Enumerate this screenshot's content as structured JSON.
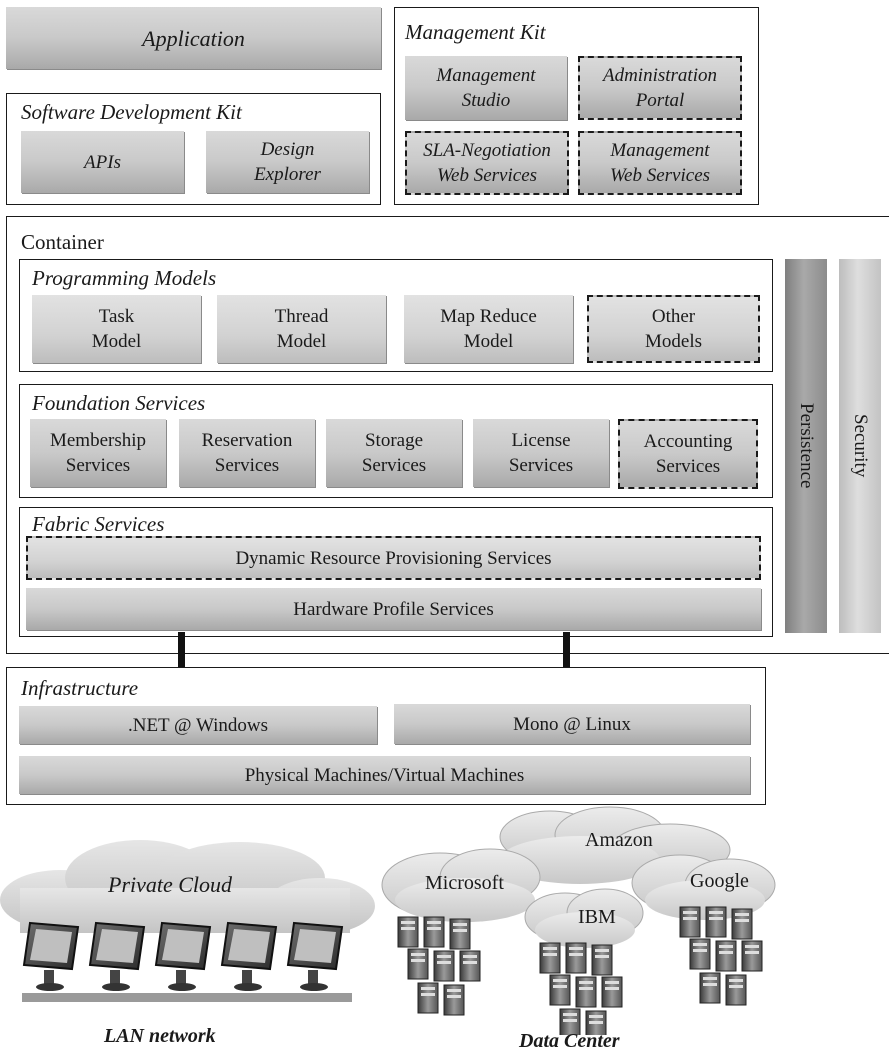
{
  "application": {
    "label": "Application"
  },
  "sdk": {
    "title": "Software Development Kit",
    "items": [
      {
        "lines": [
          "APIs"
        ]
      },
      {
        "lines": [
          "Design",
          "Explorer"
        ]
      }
    ]
  },
  "management_kit": {
    "title": "Management Kit",
    "items": [
      {
        "lines": [
          "Management",
          "Studio"
        ],
        "dashed": false
      },
      {
        "lines": [
          "Administration",
          "Portal"
        ],
        "dashed": true
      },
      {
        "lines": [
          "SLA-Negotiation",
          "Web Services"
        ],
        "dashed": true
      },
      {
        "lines": [
          "Management",
          "Web Services"
        ],
        "dashed": true
      }
    ]
  },
  "container": {
    "title": "Container",
    "programming_models": {
      "title": "Programming Models",
      "items": [
        {
          "lines": [
            "Task",
            "Model"
          ],
          "dashed": false
        },
        {
          "lines": [
            "Thread",
            "Model"
          ],
          "dashed": false
        },
        {
          "lines": [
            "Map Reduce",
            "Model"
          ],
          "dashed": false
        },
        {
          "lines": [
            "Other",
            "Models"
          ],
          "dashed": true
        }
      ]
    },
    "foundation_services": {
      "title": "Foundation Services",
      "items": [
        {
          "lines": [
            "Membership",
            "Services"
          ],
          "dashed": false
        },
        {
          "lines": [
            "Reservation",
            "Services"
          ],
          "dashed": false
        },
        {
          "lines": [
            "Storage",
            "Services"
          ],
          "dashed": false
        },
        {
          "lines": [
            "License",
            "Services"
          ],
          "dashed": false
        },
        {
          "lines": [
            "Accounting",
            "Services"
          ],
          "dashed": true
        }
      ]
    },
    "fabric_services": {
      "title": "Fabric Services",
      "dynamic": "Dynamic Resource Provisioning Services",
      "hardware": "Hardware Profile Services"
    },
    "persistence": "Persistence",
    "security": "Security"
  },
  "infrastructure": {
    "title": "Infrastructure",
    "net": ".NET @ Windows",
    "mono": "Mono @ Linux",
    "machines": "Physical Machines/Virtual Machines"
  },
  "clouds": {
    "private": "Private Cloud",
    "amazon": "Amazon",
    "microsoft": "Microsoft",
    "google": "Google",
    "ibm": "IBM"
  },
  "captions": {
    "lan": "LAN network",
    "datacenter": "Data Center"
  }
}
